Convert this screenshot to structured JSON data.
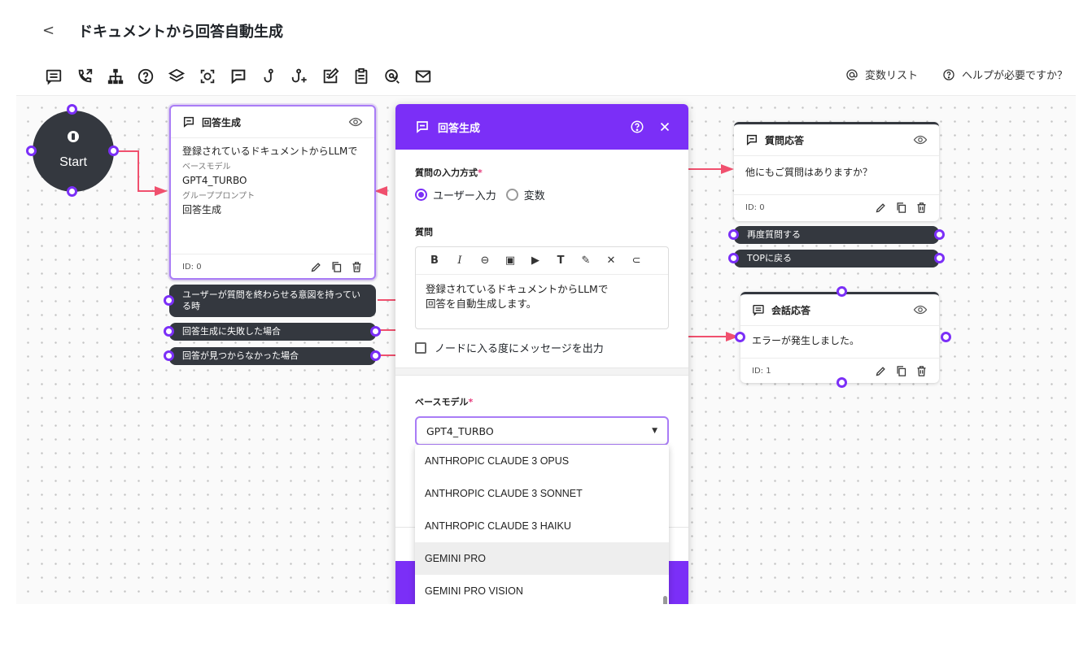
{
  "header": {
    "back_glyph": "<",
    "title": "ドキュメントから回答自動生成"
  },
  "toolbar": {
    "icons": [
      "message-icon",
      "phone-transfer-icon",
      "hierarchy-icon",
      "question-icon",
      "layers-icon",
      "scan-icon",
      "chat-box-icon",
      "hook-icon",
      "hook-plus-icon",
      "edit-note-icon",
      "clipboard-icon",
      "search-at-icon",
      "mail-icon"
    ]
  },
  "top_links": {
    "variables": "変数リスト",
    "help": "ヘルプが必要ですか？"
  },
  "start_node": {
    "label": "Start"
  },
  "node_answer": {
    "title": "回答生成",
    "text": "登録されているドキュメントからLLMで",
    "model_caption": "ベースモデル",
    "model_value": "GPT4_TURBO",
    "group_caption": "グループプロンプト",
    "group_value": "回答生成",
    "id": "ID: 0"
  },
  "answer_branches": [
    "ユーザーが質問を終わらせる意図を持っている時",
    "回答生成に失敗した場合",
    "回答が見つからなかった場合"
  ],
  "node_qa": {
    "title": "質問応答",
    "text": "他にもご質問はありますか？",
    "id": "ID: 0"
  },
  "qa_branches": [
    "再度質問する",
    "TOPに戻る"
  ],
  "node_conv": {
    "title": "会話応答",
    "text": "エラーが発生しました。",
    "id": "ID: 1"
  },
  "panel": {
    "title": "回答生成",
    "input_method_label": "質問の入力方式",
    "required_mark": "*",
    "radio_user": "ユーザー入力",
    "radio_var": "変数",
    "question_label": "質問",
    "editor_tools": [
      "B",
      "I",
      "link",
      "image",
      "video",
      "text-size",
      "highlight",
      "clear-format",
      "attach"
    ],
    "question_text_line1": "登録されているドキュメントからLLMで",
    "question_text_line2": "回答を自動生成します。",
    "checkbox_label": "ノードに入る度にメッセージを出力",
    "model_label": "ベースモデル",
    "model_selected": "GPT4_TURBO"
  },
  "model_options": [
    "ANTHROPIC CLAUDE 3 OPUS",
    "ANTHROPIC CLAUDE 3 SONNET",
    "ANTHROPIC CLAUDE 3 HAIKU",
    "GEMINI PRO",
    "GEMINI PRO VISION"
  ],
  "highlighted_option": "GEMINI PRO",
  "colors": {
    "accent": "#7b2ff7",
    "wire": "#f0506e",
    "node_dark": "#34383f"
  }
}
